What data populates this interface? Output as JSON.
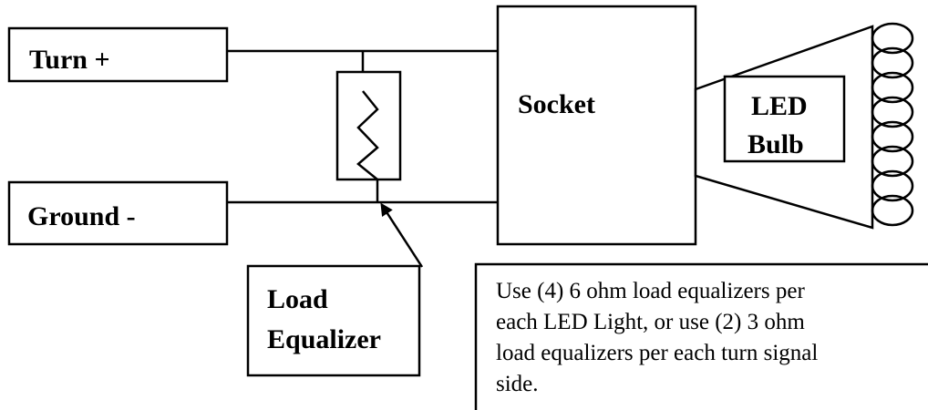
{
  "terminals": {
    "turn": "Turn +",
    "ground": "Ground -"
  },
  "socket": {
    "label": "Socket"
  },
  "bulb": {
    "line1": "LED",
    "line2": "Bulb"
  },
  "load_equalizer": {
    "line1": "Load",
    "line2": "Equalizer"
  },
  "note": {
    "lines": [
      "Use (4) 6 ohm load equalizers per",
      "each LED Light, or use (2) 3 ohm",
      "load equalizers per each turn signal",
      "side."
    ]
  }
}
